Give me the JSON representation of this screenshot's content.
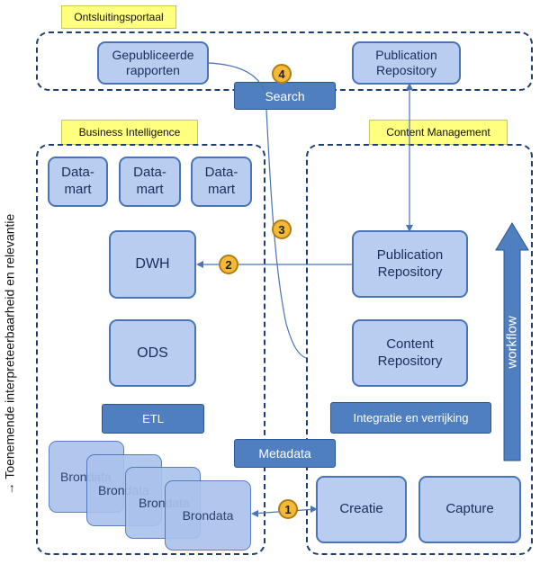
{
  "labels": {
    "ontsluitingsportaal": "Ontsluitingsportaal",
    "business_intelligence": "Business Intelligence",
    "content_management": "Content Management"
  },
  "top": {
    "gepubliceerde": "Gepubliceerde\nrapporten",
    "publication_repo": "Publication\nRepository",
    "search": "Search"
  },
  "bi": {
    "datamarts": [
      "Data-\nmart",
      "Data-\nmart",
      "Data-\nmart"
    ],
    "dwh": "DWH",
    "ods": "ODS",
    "etl": "ETL",
    "brondata": [
      "Brondata",
      "Brondata",
      "Brondata",
      "Brondata"
    ]
  },
  "cm": {
    "publication_repo": "Publication\nRepository",
    "content_repo": "Content\nRepository",
    "integratie": "Integratie en verrijking",
    "creatie": "Creatie",
    "capture": "Capture",
    "workflow": "workflow"
  },
  "metadata": "Metadata",
  "side_label": "→ Toenemende interpreteerbaarheid en relevantie",
  "steps": [
    "1",
    "2",
    "3",
    "4"
  ],
  "colors": {
    "box_fill": "#b8cdf0",
    "box_border": "#4a73b8",
    "dark_box": "#4f7fbf",
    "dashed_border": "#1f3f74",
    "label_fill": "#ffff80",
    "step_fill": "#f4b938"
  }
}
